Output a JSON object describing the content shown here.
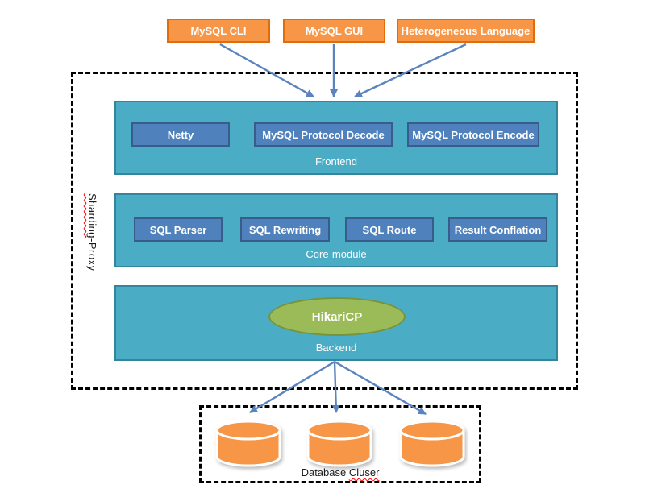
{
  "title": "Sharding-Proxy architecture diagram",
  "clients": [
    {
      "label": "MySQL CLI"
    },
    {
      "label": "MySQL GUI"
    },
    {
      "label": "Heterogeneous Language"
    }
  ],
  "proxy": {
    "name_part_misspelled": "Sharding",
    "name_part_rest": "-Proxy",
    "layers": [
      {
        "name": "Frontend",
        "components": [
          "Netty",
          "MySQL Protocol Decode",
          "MySQL Protocol Encode"
        ]
      },
      {
        "name": "Core-module",
        "components": [
          "SQL Parser",
          "SQL Rewriting",
          "SQL Route",
          "Result Conflation"
        ]
      },
      {
        "name": "Backend",
        "pool": "HikariCP"
      }
    ]
  },
  "database_cluster": {
    "label_prefix": "Database ",
    "label_misspelled": "Cluser",
    "database_count": 3
  },
  "colors": {
    "client_fill": "#F79646",
    "client_border": "#E36C0A",
    "layer_fill": "#4BACC6",
    "layer_border": "#31859C",
    "module_fill": "#4F81BD",
    "module_border": "#385D8A",
    "pool_fill": "#9BBB59",
    "pool_border": "#77933C",
    "arrow": "#5B84BE",
    "spellcheck": "#FF0000"
  }
}
